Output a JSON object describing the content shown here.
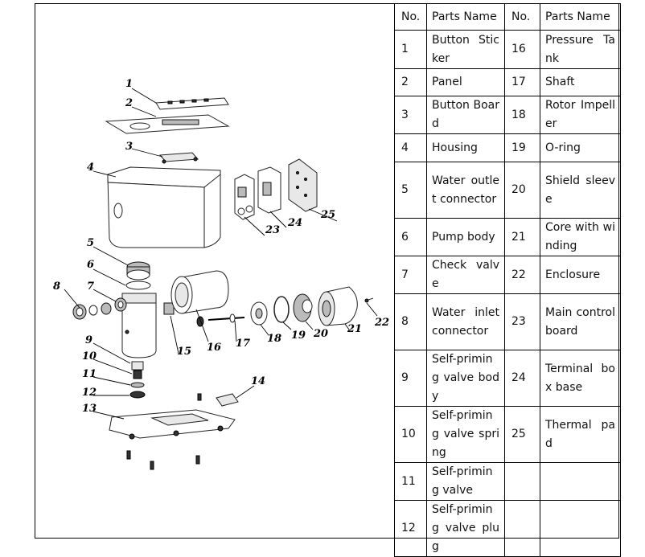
{
  "table": {
    "headers": [
      "No.",
      "Parts Name",
      "No.",
      "Parts Name"
    ],
    "rows": [
      {
        "n1": "1",
        "name1": "Button Sticker",
        "n2": "16",
        "name2": "Pressure Tank"
      },
      {
        "n1": "2",
        "name1": "Panel",
        "n2": "17",
        "name2": "Shaft"
      },
      {
        "n1": "3",
        "name1": "Button Board",
        "n2": "18",
        "name2": "Rotor Impeller"
      },
      {
        "n1": "4",
        "name1": "Housing",
        "n2": "19",
        "name2": "O-ring"
      },
      {
        "n1": "5",
        "name1": "Water outlet connector",
        "n2": "20",
        "name2": "Shield sleeve"
      },
      {
        "n1": "6",
        "name1": "Pump body",
        "n2": "21",
        "name2": "Core with winding"
      },
      {
        "n1": "7",
        "name1": "Check valve",
        "n2": "22",
        "name2": "Enclosure"
      },
      {
        "n1": "8",
        "name1": "Water inlet connector",
        "n2": "23",
        "name2": "Main control board"
      },
      {
        "n1": "9",
        "name1": "Self-priming valve body",
        "n2": "24",
        "name2": "Terminal box base"
      },
      {
        "n1": "10",
        "name1": "Self-priming valve spring",
        "n2": "25",
        "name2": "Thermal pad"
      },
      {
        "n1": "11",
        "name1": "Self-priming valve",
        "n2": "",
        "name2": ""
      },
      {
        "n1": "12",
        "name1": "Self-priming valve plug",
        "n2": "",
        "name2": ""
      }
    ]
  },
  "diagram": {
    "labels": [
      "1",
      "2",
      "3",
      "4",
      "5",
      "6",
      "7",
      "8",
      "9",
      "10",
      "11",
      "12",
      "13",
      "14",
      "15",
      "16",
      "17",
      "18",
      "19",
      "20",
      "21",
      "22",
      "23",
      "24",
      "25"
    ]
  }
}
